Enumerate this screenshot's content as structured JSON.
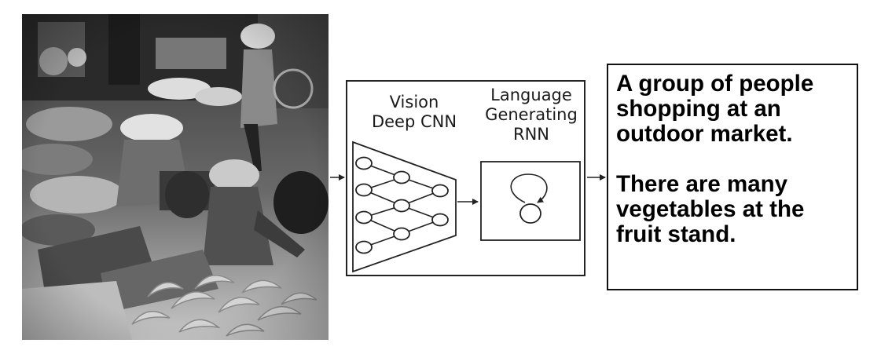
{
  "vision_model": {
    "line1": "Vision",
    "line2": "Deep CNN"
  },
  "language_model": {
    "line1": "Language",
    "line2": "Generating",
    "line3": "RNN"
  },
  "captions": [
    [
      "A group of people",
      "shopping at an",
      "outdoor market."
    ],
    [
      "There are many",
      "vegetables at the",
      "fruit stand."
    ]
  ]
}
